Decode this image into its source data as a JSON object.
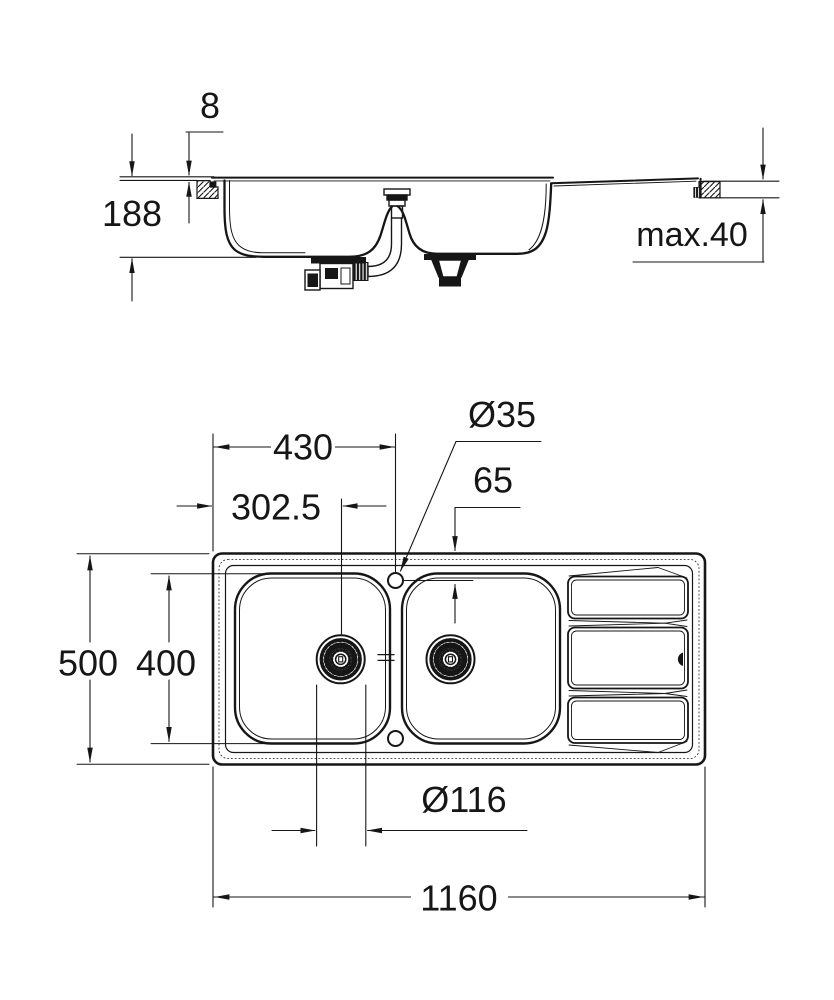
{
  "drawing": {
    "type": "sink-installation-dimension-drawing",
    "views": {
      "side_view": "cross-section elevation of double-bowl sink in worktop",
      "plan_view": "top view of double-bowl sink with drainer"
    }
  },
  "dims": {
    "rim_height": "8",
    "basin_depth": "188",
    "worktop_thickness": "max.40",
    "tap_center_from_left": "430",
    "drain_center_from_left": "302.5",
    "tap_hole_diameter": "Ø35",
    "tap_center_from_rear": "65",
    "overall_depth": "500",
    "bowl_depth": "400",
    "drain_hole_diameter": "Ø116",
    "overall_length": "1160"
  }
}
